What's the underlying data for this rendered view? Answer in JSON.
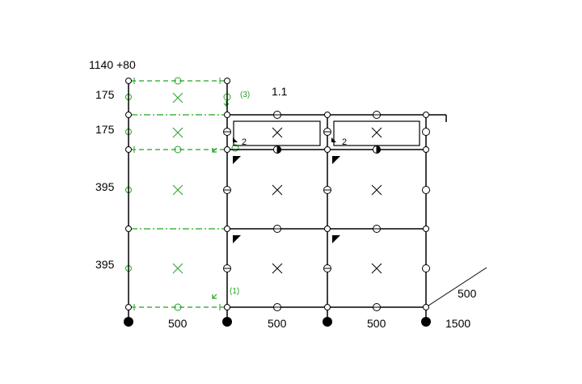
{
  "colors": {
    "structure": "#000000",
    "existing": "#21a321",
    "background": "#ffffff"
  },
  "labels": {
    "top_height": "1140 +80",
    "row1_height": "175",
    "row2_height": "175",
    "row3_height": "395",
    "row4_height": "395",
    "section_title": "1.1",
    "width_col1": "500",
    "width_col2": "500",
    "width_col3": "500",
    "total_width": "1500",
    "depth": "500",
    "panel_num_left": "2",
    "panel_num_right": "2",
    "existing_tag_top": "(3)",
    "existing_tag_bottom": "(1)"
  },
  "icons": {
    "support": "filled-circle-icon",
    "node": "open-circle-icon",
    "cell": "cross-icon",
    "corner": "corner-triangle-icon"
  }
}
